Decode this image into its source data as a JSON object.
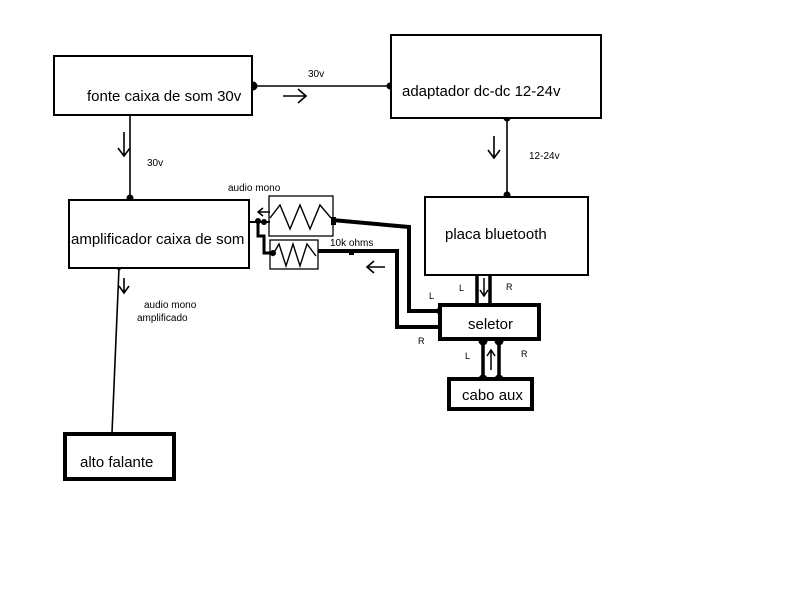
{
  "blocks": {
    "fonte": "fonte caixa de som 30v",
    "adaptador": "adaptador dc-dc 12-24v",
    "amplificador": "amplificador caixa de som",
    "placa": "placa bluetooth",
    "seletor": "seletor",
    "cabo": "cabo aux",
    "alto": "alto falante"
  },
  "labels": {
    "v30_top": "30v",
    "v30_left": "30v",
    "v12_24": "12-24v",
    "audio_mono": "audio mono",
    "audio_mono_amp_1": "audio mono",
    "audio_mono_amp_2": "amplificado",
    "resistor": "10k ohms",
    "placa_L": "L",
    "placa_R": "R",
    "seletor_in_L": "L",
    "seletor_in_R": "R",
    "cabo_L": "L",
    "cabo_R": "R"
  },
  "colors": {
    "line": "#000000",
    "background": "#ffffff"
  }
}
